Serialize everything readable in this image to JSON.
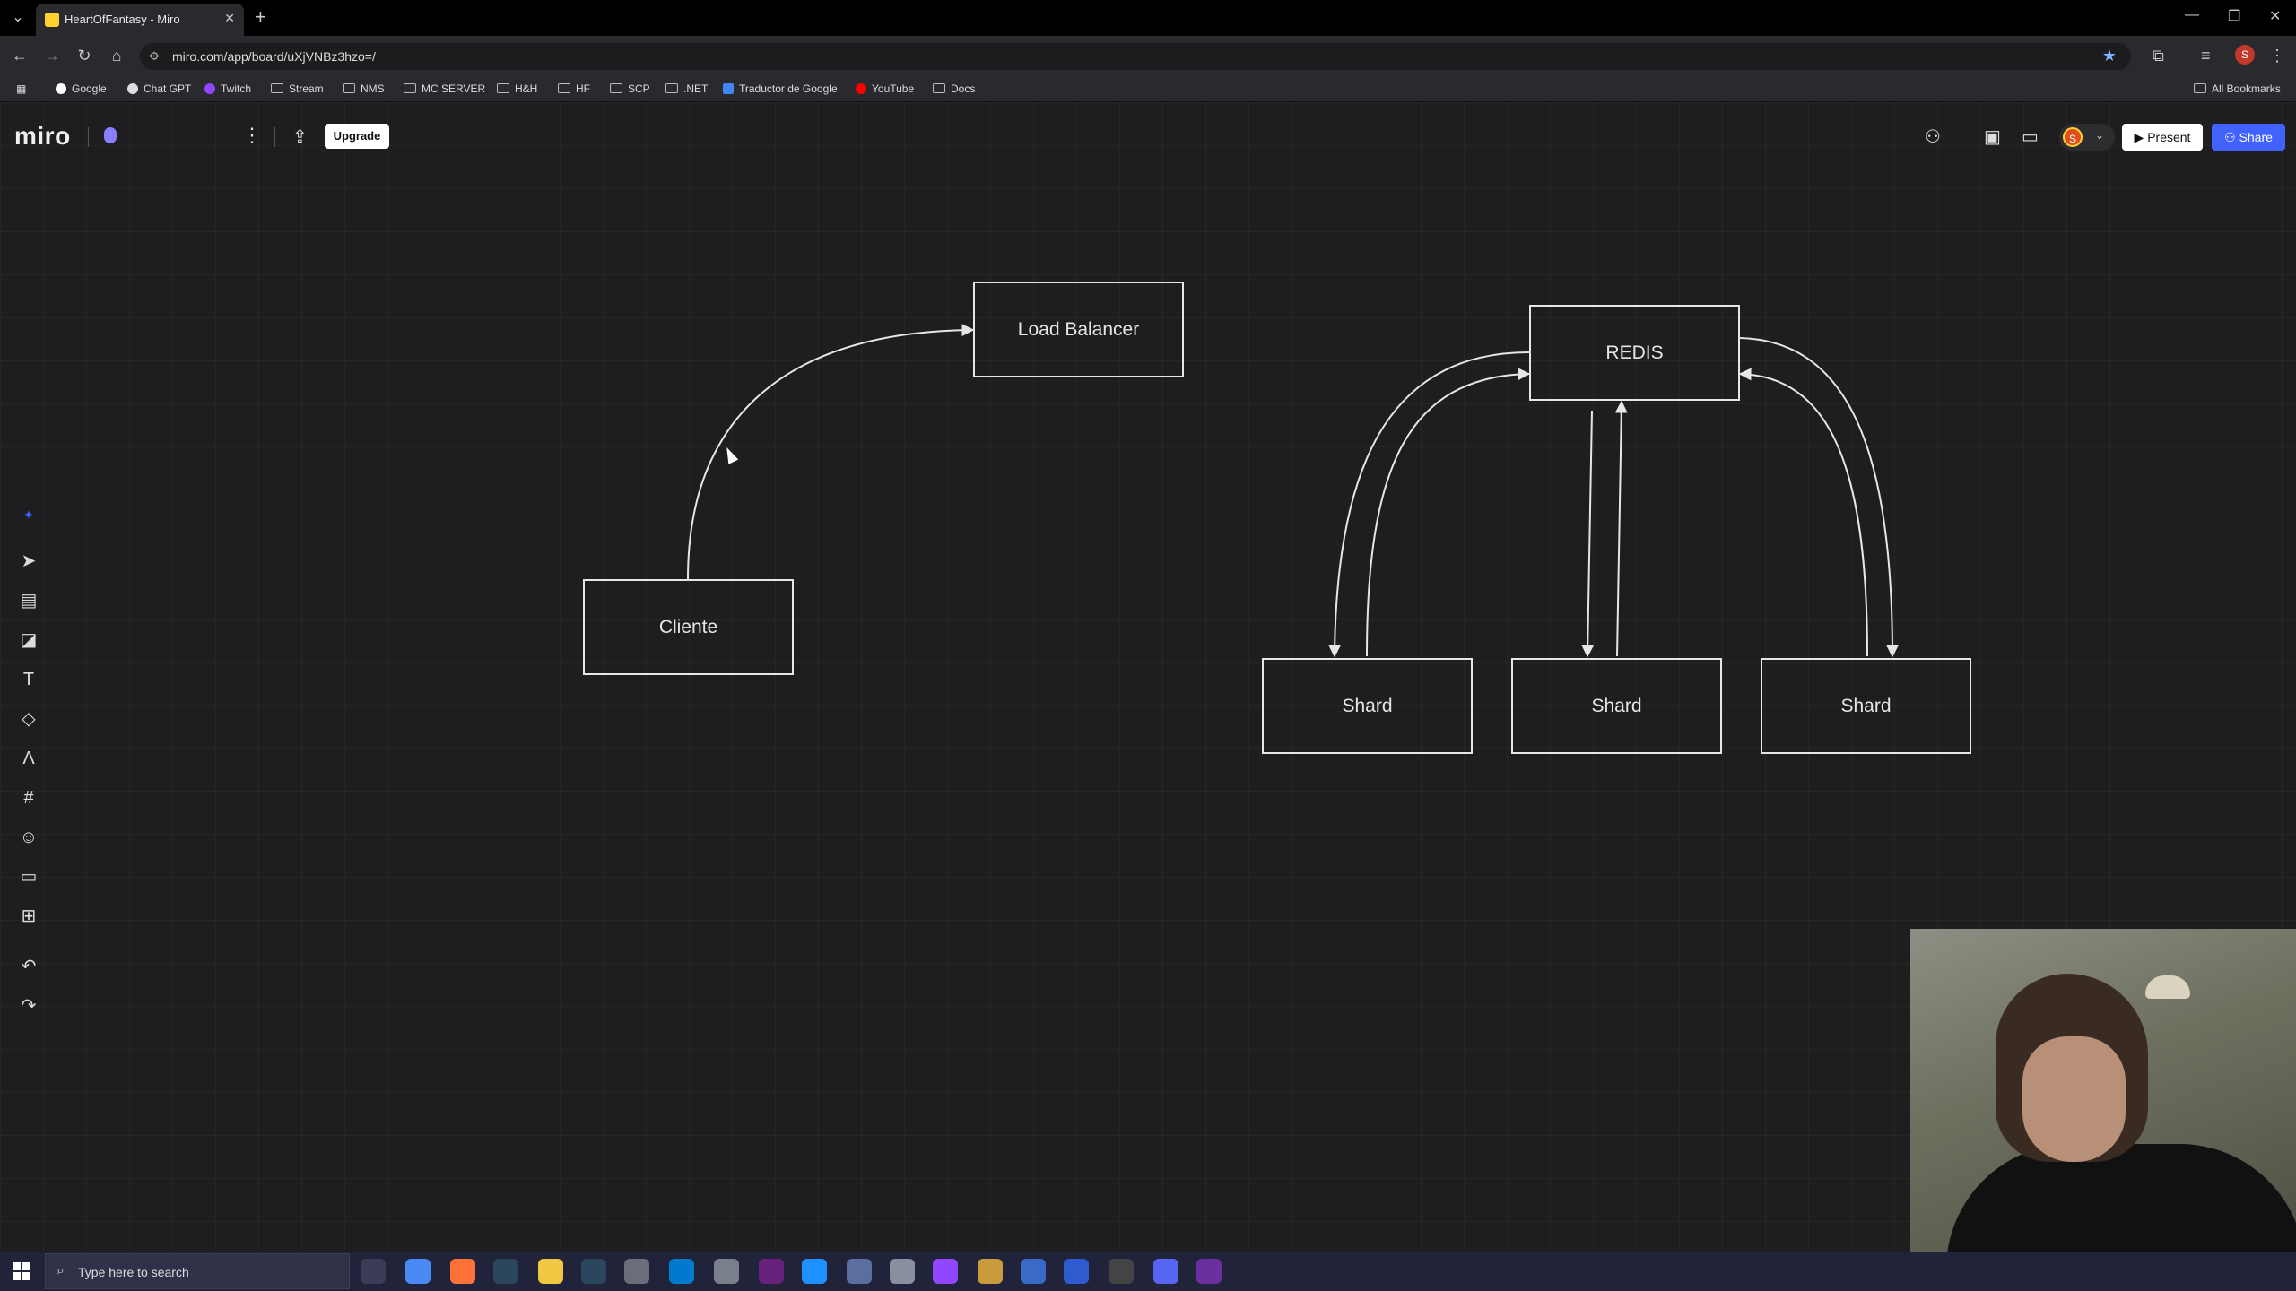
{
  "browser": {
    "tab_title": "HeartOfFantasy - Miro",
    "url": "miro.com/app/board/uXjVNBz3hzo=/",
    "bookmarks": [
      "Google",
      "Chat GPT",
      "Twitch",
      "Stream",
      "NMS",
      "MC SERVER",
      "H&H",
      "HF",
      "SCP",
      ".NET",
      "Traductor de Google",
      "YouTube",
      "Docs"
    ],
    "all_bookmarks": "All Bookmarks",
    "profile_initial": "S"
  },
  "miro": {
    "logo": "miro",
    "upgrade_label": "Upgrade",
    "present_label": "Present",
    "share_label": "Share",
    "collab_initial": "S"
  },
  "diagram": {
    "nodes": {
      "load_balancer": "Load Balancer",
      "redis": "REDIS",
      "cliente": "Cliente",
      "shard1": "Shard",
      "shard2": "Shard",
      "shard3": "Shard"
    }
  },
  "taskbar": {
    "search_placeholder": "Type here to search"
  },
  "colors": {
    "accent": "#4262ff",
    "board_bg": "#1e1e20",
    "shape_stroke": "#e6e6e6"
  }
}
